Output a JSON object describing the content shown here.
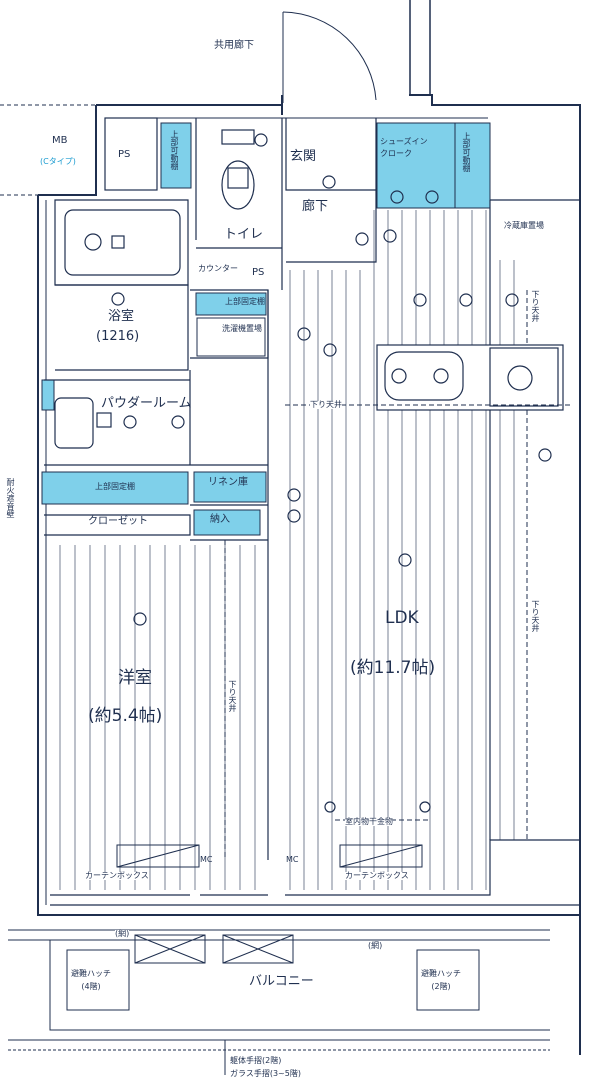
{
  "corridor": "共用廊下",
  "mb": "MB",
  "mb_type": "(Cタイプ)",
  "ps_top": "PS",
  "ps_mid": "PS",
  "genkan": "玄関",
  "shoe_closet": "シューズイン\nクローク",
  "upper_shelf_movable": "上部可動棚",
  "upper_shelf_fixed": "上部固定棚",
  "counter_small": "カウンター",
  "toilet": "トイレ",
  "hallway": "廊下",
  "fridge": "冷蔵庫置場",
  "bathroom": "浴室",
  "bathroom_size": "(1216)",
  "washer": "洗濯機置場",
  "powder_room": "パウダールーム",
  "linen": "リネン庫",
  "storage": "納入",
  "closet_shelf": "上部固定棚",
  "closet": "クローゼット",
  "ldk": "LDK",
  "ldk_size": "(約11.7帖)",
  "western": "洋室",
  "western_size": "(約5.4帖)",
  "drop_ceiling": "下り天井",
  "drying_rack": "室内物干金物",
  "curtain_box": "カーテンボックス",
  "balcony": "バルコニー",
  "hatch_left": "避難ハッチ\n(4階)",
  "hatch_right": "避難ハッチ\n(2階)",
  "fire_wall": "耐火遮音壁",
  "net": "(網)",
  "handrail_1": "躯体手摺(2階)",
  "handrail_2": "ガラス手摺(3~5階)",
  "mc": "MC",
  "colors": {
    "line": "#1f2f4f",
    "blue": "#7fd0ea",
    "floor": "#1f2f4f"
  }
}
